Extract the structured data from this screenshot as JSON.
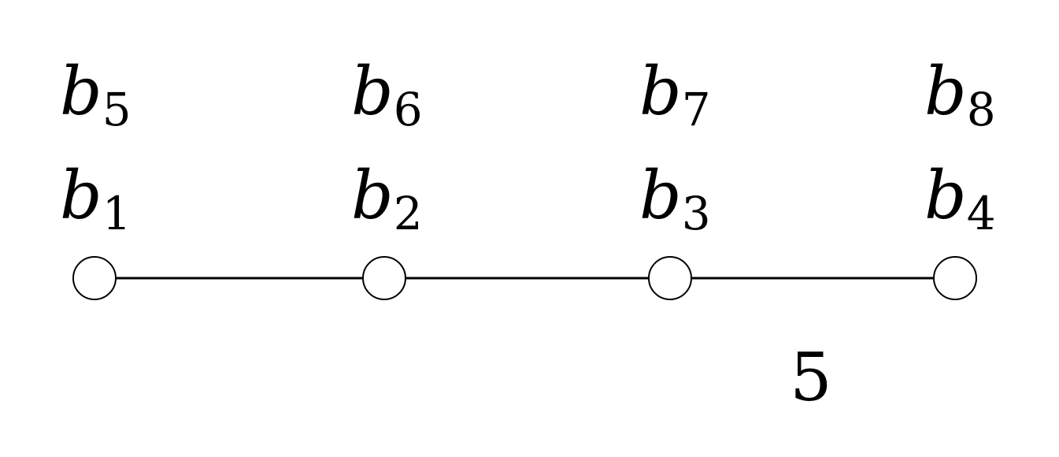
{
  "nodes": [
    {
      "name": "node-1",
      "label_bottom": {
        "var": "b",
        "sub": "1"
      },
      "label_top": {
        "var": "b",
        "sub": "5"
      }
    },
    {
      "name": "node-2",
      "label_bottom": {
        "var": "b",
        "sub": "2"
      },
      "label_top": {
        "var": "b",
        "sub": "6"
      }
    },
    {
      "name": "node-3",
      "label_bottom": {
        "var": "b",
        "sub": "3"
      },
      "label_top": {
        "var": "b",
        "sub": "7"
      }
    },
    {
      "name": "node-4",
      "label_bottom": {
        "var": "b",
        "sub": "4"
      },
      "label_top": {
        "var": "b",
        "sub": "8"
      }
    }
  ],
  "edges": [
    {
      "from": 0,
      "to": 1,
      "label": ""
    },
    {
      "from": 1,
      "to": 2,
      "label": ""
    },
    {
      "from": 2,
      "to": 3,
      "label": "5"
    }
  ]
}
